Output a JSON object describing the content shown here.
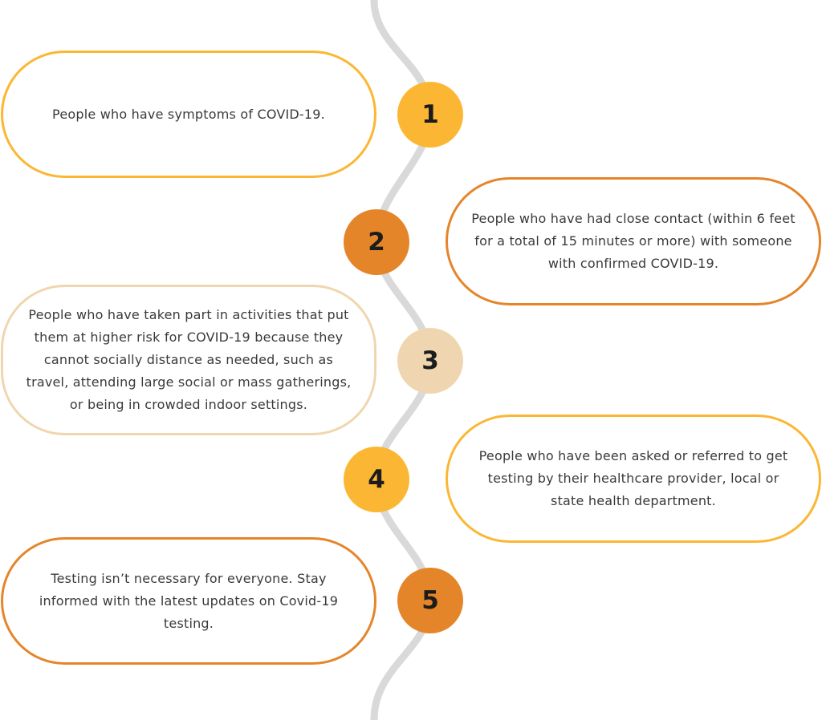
{
  "colors": {
    "yellow": "#FBB733",
    "orange": "#E5852A",
    "beige": "#F0D6B0",
    "connector": "#D9D9D9"
  },
  "steps": [
    {
      "number": "1",
      "color": "#FBB733",
      "text": "People who have symptoms of COVID-19."
    },
    {
      "number": "2",
      "color": "#E5852A",
      "text": "People who have had close contact (within 6 feet for a total of 15 minutes or more) with someone with confirmed COVID-19."
    },
    {
      "number": "3",
      "color": "#F0D6B0",
      "text": "People who have taken part in activities that put them at higher risk for COVID-19 because they cannot socially distance as needed, such as travel, attending large social or mass gatherings, or being in crowded indoor settings."
    },
    {
      "number": "4",
      "color": "#FBB733",
      "text": "People who have been asked or referred to get testing by their healthcare provider, local or state health department."
    },
    {
      "number": "5",
      "color": "#E5852A",
      "text": "Testing isn’t necessary for everyone. Stay informed with the latest updates on Covid-19 testing."
    }
  ]
}
